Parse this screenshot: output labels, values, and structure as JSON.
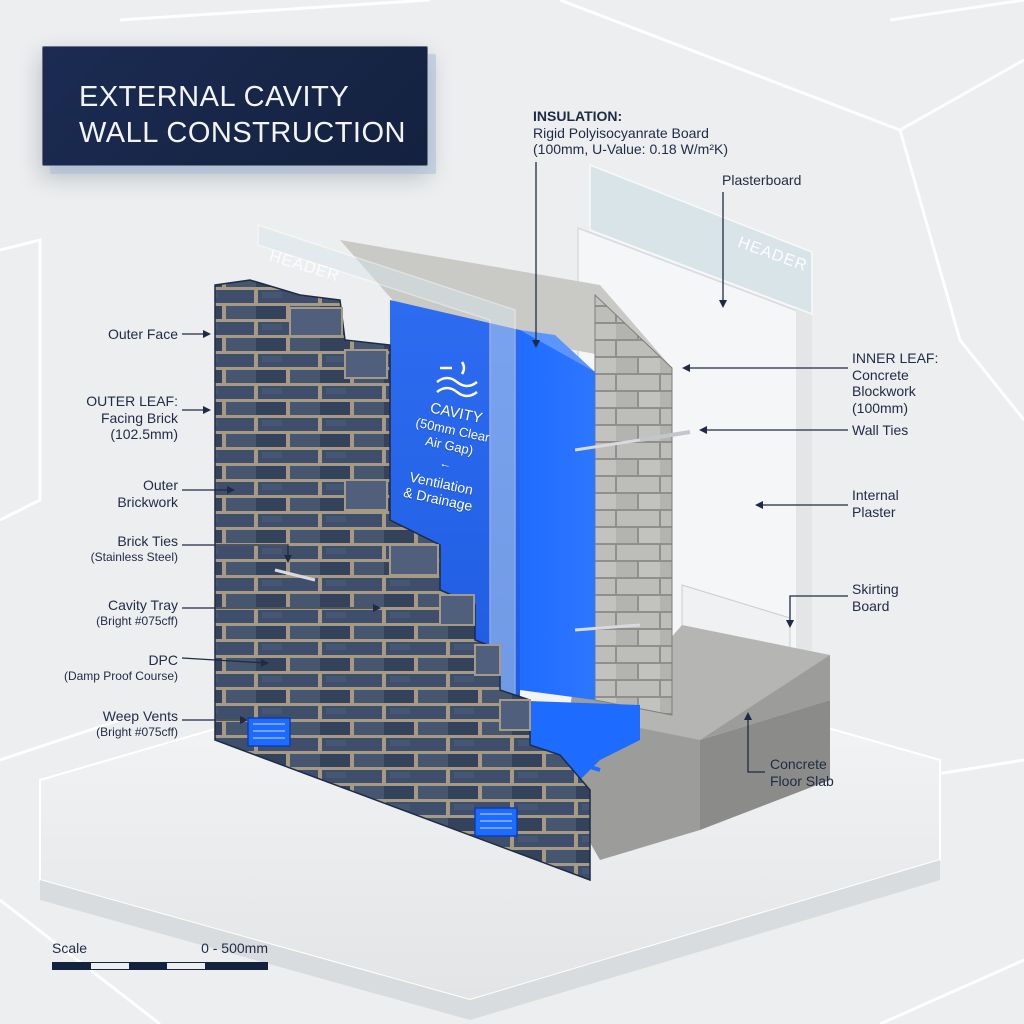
{
  "title": {
    "line1": "EXTERNAL CAVITY",
    "line2": "WALL CONSTRUCTION"
  },
  "header_tags": [
    "HEADER",
    "HEADER"
  ],
  "cavity_panel": {
    "title": "CAVITY",
    "detail1": "(50mm Clear",
    "detail2": "Air Gap)",
    "function1": "Ventilation",
    "function2": "& Drainage"
  },
  "labels": {
    "insulation": {
      "title": "INSULATION:",
      "line1": "Rigid Polyisocyanrate Board",
      "line2": "(100mm, U-Value: 0.18 W/m²K)"
    },
    "plasterboard": "Plasterboard",
    "inner_leaf": {
      "line1": "INNER LEAF:",
      "line2": "Concrete",
      "line3": "Blockwork",
      "line4": "(100mm)"
    },
    "wall_ties": "Wall Ties",
    "internal_plaster": {
      "line1": "Internal",
      "line2": "Plaster"
    },
    "skirting_board": {
      "line1": "Skirting",
      "line2": "Board"
    },
    "concrete_floor_slab": {
      "line1": "Concrete",
      "line2": "Floor Slab"
    },
    "outer_face": "Outer Face",
    "outer_leaf": {
      "line1": "OUTER LEAF:",
      "line2": "Facing Brick",
      "line3": "(102.5mm)"
    },
    "outer_brickwork": {
      "line1": "Outer",
      "line2": "Brickwork"
    },
    "brick_ties": {
      "line1": "Brick Ties",
      "line2": "(Stainless Steel)"
    },
    "cavity_tray": {
      "line1": "Cavity Tray",
      "line2": "(Bright #075cff)"
    },
    "dpc": {
      "line1": "DPC",
      "line2": "(Damp Proof Course)"
    },
    "weep_vents": {
      "line1": "Weep Vents",
      "line2": "(Bright #075cff)"
    }
  },
  "scale": {
    "label": "Scale",
    "range": "0 - 500mm"
  },
  "colors": {
    "accent_blue": "#075cff",
    "title_bg": "#1b2b52",
    "brick": "#3f4f6b",
    "mortar": "#a49a86",
    "block": "#b8b8b6",
    "plaster": "#f4f5f6",
    "text": "#1f2a44"
  }
}
